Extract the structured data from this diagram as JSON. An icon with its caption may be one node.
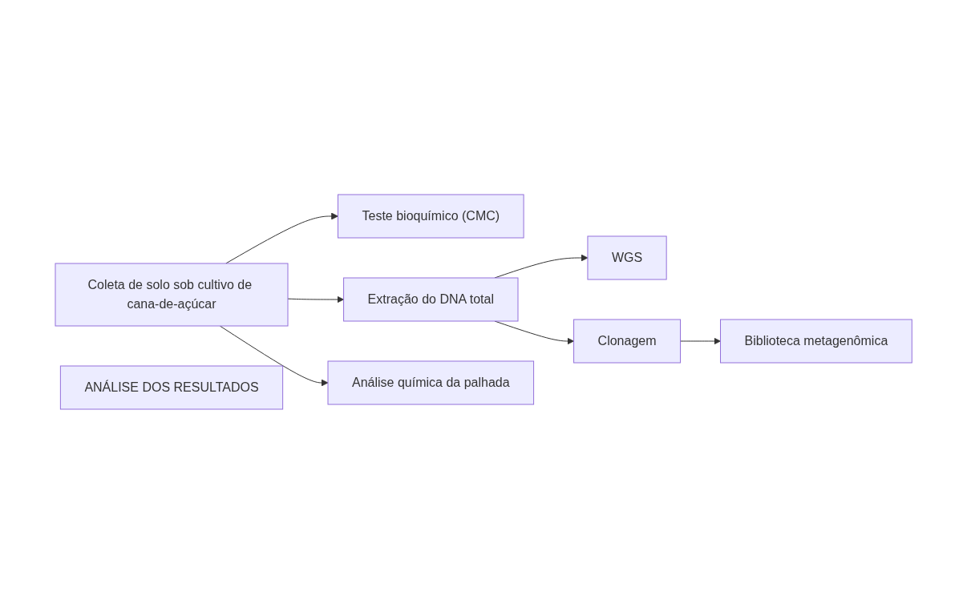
{
  "diagram": {
    "nodes": [
      {
        "text": [
          "Teste bioquímico (CMC)"
        ]
      },
      {
        "text": [
          "Extração do DNA total"
        ]
      },
      {
        "text": [
          "WGS"
        ]
      },
      {
        "text": [
          "Coleta de solo sob cultivo de cana-de-açúcar"
        ]
      },
      {
        "text": [
          "Clonagem"
        ]
      },
      {
        "text": [
          "Análise química da palhada"
        ]
      },
      {
        "text": [
          "Biblioteca metagenômica"
        ]
      },
      {
        "text": [
          "ANÁLISE DOS RESULTADOS"
        ]
      }
    ],
    "edges": [
      {
        "from": 3,
        "to": 1,
        "arrow": "to"
      },
      {
        "from": 1,
        "to": 2,
        "arrow": "to"
      },
      {
        "from": 1,
        "to": 4,
        "arrow": "to"
      },
      {
        "from": 4,
        "to": 6,
        "arrow": "to"
      },
      {
        "from": 3,
        "to": 0,
        "arrow": "to"
      },
      {
        "from": 3,
        "to": 5,
        "arrow": "to"
      }
    ]
  }
}
